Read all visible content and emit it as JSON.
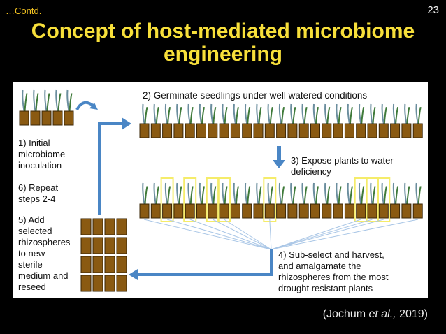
{
  "header": {
    "contd": "…Contd.",
    "slide_number": "23"
  },
  "title": {
    "line1": "Concept of host-mediated microbiome",
    "line2": "engineering"
  },
  "steps": {
    "step1": [
      "1) Initial",
      "microbiome",
      "inoculation"
    ],
    "step2": "2) Germinate seedlings under well watered conditions",
    "step3": [
      "3) Expose plants to water",
      "deficiency"
    ],
    "step4": [
      "4) Sub-select and harvest,",
      "and amalgamate the",
      "rhizospheres from the most",
      "drought resistant plants"
    ],
    "step5": [
      "5) Add",
      "selected",
      "rhizospheres",
      "to new",
      "sterile",
      "medium and",
      "reseed"
    ],
    "step6": [
      "6) Repeat",
      "steps 2-4"
    ]
  },
  "citation": {
    "prefix": "(Jochum ",
    "italic": "et al.,",
    "suffix": " 2019)"
  },
  "colors": {
    "title": "#f7df3a",
    "contd": "#f0c020",
    "arrow": "#4a86c5",
    "pot": "#8a5a12",
    "highlight": "#f5ec6a"
  }
}
